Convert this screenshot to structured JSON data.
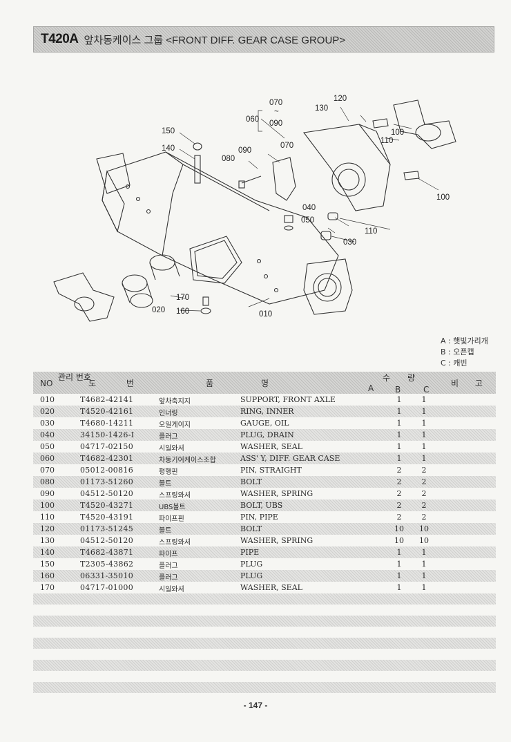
{
  "header": {
    "code": "T420A",
    "title": "앞차동케이스 그룹 <FRONT DIFF. GEAR CASE GROUP>"
  },
  "diagram": {
    "callouts": [
      "070",
      "~",
      "060",
      "090",
      "120",
      "130",
      "100",
      "110",
      "150",
      "140",
      "090",
      "070",
      "080",
      "100",
      "040",
      "050",
      "110",
      "030",
      "020",
      "170",
      "160",
      "010"
    ]
  },
  "legend": {
    "a": "A : 햇빛가리개",
    "b": "B : 오픈캡",
    "c": "C : 캐빈"
  },
  "table": {
    "headers": {
      "no": "NO",
      "mgmt": "관리 번호",
      "drawing": "도 번",
      "name1": "품",
      "name2": "명",
      "qty1": "수",
      "qty2": "량",
      "a": "A",
      "b": "B",
      "c": "C",
      "remark": "비 고"
    },
    "rows": [
      {
        "no": "010",
        "part": "T4682-42141",
        "kr": "앞차축지지",
        "en": "SUPPORT, FRONT AXLE",
        "b": "1",
        "c": "1"
      },
      {
        "no": "020",
        "part": "T4520-42161",
        "kr": "인너링",
        "en": "RING, INNER",
        "b": "1",
        "c": "1"
      },
      {
        "no": "030",
        "part": "T4680-14211",
        "kr": "오일게이지",
        "en": "GAUGE, OIL",
        "b": "1",
        "c": "1"
      },
      {
        "no": "040",
        "part": "34150-1426-I",
        "kr": "플러그",
        "en": "PLUG, DRAIN",
        "b": "1",
        "c": "1"
      },
      {
        "no": "050",
        "part": "04717-02150",
        "kr": "시일와셔",
        "en": "WASHER, SEAL",
        "b": "1",
        "c": "1"
      },
      {
        "no": "060",
        "part": "T4682-42301",
        "kr": "차동기어케이스조합",
        "en": "ASS' Y, DIFF. GEAR CASE",
        "b": "1",
        "c": "1"
      },
      {
        "no": "070",
        "part": "05012-00816",
        "kr": "평행핀",
        "en": "PIN, STRAIGHT",
        "b": "2",
        "c": "2"
      },
      {
        "no": "080",
        "part": "01173-51260",
        "kr": "볼트",
        "en": "BOLT",
        "b": "2",
        "c": "2"
      },
      {
        "no": "090",
        "part": "04512-50120",
        "kr": "스프링와셔",
        "en": "WASHER, SPRING",
        "b": "2",
        "c": "2"
      },
      {
        "no": "100",
        "part": "T4520-43271",
        "kr": "UBS볼트",
        "en": "BOLT, UBS",
        "b": "2",
        "c": "2"
      },
      {
        "no": "110",
        "part": "T4520-43191",
        "kr": "파이프핀",
        "en": "PIN, PIPE",
        "b": "2",
        "c": "2"
      },
      {
        "no": "120",
        "part": "01173-51245",
        "kr": "볼트",
        "en": "BOLT",
        "b": "10",
        "c": "10"
      },
      {
        "no": "130",
        "part": "04512-50120",
        "kr": "스프링와셔",
        "en": "WASHER, SPRING",
        "b": "10",
        "c": "10"
      },
      {
        "no": "140",
        "part": "T4682-43871",
        "kr": "파이프",
        "en": "PIPE",
        "b": "1",
        "c": "1"
      },
      {
        "no": "150",
        "part": "T2305-43862",
        "kr": "플러그",
        "en": "PLUG",
        "b": "1",
        "c": "1"
      },
      {
        "no": "160",
        "part": "06331-35010",
        "kr": "플러그",
        "en": "PLUG",
        "b": "1",
        "c": "1"
      },
      {
        "no": "170",
        "part": "04717-01000",
        "kr": "시일와셔",
        "en": "WASHER, SEAL",
        "b": "1",
        "c": "1"
      }
    ]
  },
  "footer": {
    "page": "- 147 -"
  }
}
